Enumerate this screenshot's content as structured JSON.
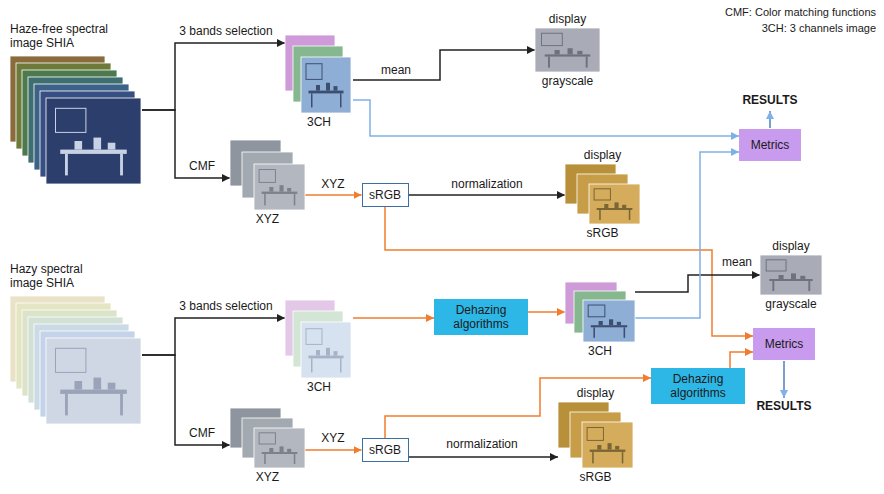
{
  "diagram": {
    "nodes": [
      {
        "text": [
          "Haze-free spectral image SHIA"
        ]
      },
      {
        "text": [
          "3CH"
        ]
      },
      {
        "text": [
          "display",
          "grayscale"
        ]
      },
      {
        "text": [
          "XYZ"
        ]
      },
      {
        "text": [
          "sRGB"
        ]
      },
      {
        "text": [
          "display",
          "sRGB"
        ]
      },
      {
        "text": [
          "Metrics"
        ]
      },
      {
        "text": [
          "Hazy spectral image SHIA"
        ]
      },
      {
        "text": [
          "3CH"
        ]
      },
      {
        "text": [
          "Dehazing algorithms"
        ]
      },
      {
        "text": [
          "3CH"
        ]
      },
      {
        "text": [
          "display",
          "grayscale"
        ]
      },
      {
        "text": [
          "XYZ"
        ]
      },
      {
        "text": [
          "sRGB"
        ]
      },
      {
        "text": [
          "display",
          "sRGB"
        ]
      },
      {
        "text": [
          "Dehazing algorithms"
        ]
      },
      {
        "text": [
          "Metrics"
        ]
      }
    ],
    "edges": [
      {
        "from": 0,
        "to": 1,
        "arrow": "to",
        "label": "3 bands selection"
      },
      {
        "from": 0,
        "to": 3,
        "arrow": "to",
        "label": "CMF"
      },
      {
        "from": 1,
        "to": 2,
        "arrow": "to",
        "label": "mean"
      },
      {
        "from": 1,
        "to": 6,
        "arrow": "to"
      },
      {
        "from": 3,
        "to": 4,
        "arrow": "to",
        "label": "XYZ"
      },
      {
        "from": 4,
        "to": 5,
        "arrow": "to",
        "label": "normalization"
      },
      {
        "from": 4,
        "to": 16,
        "arrow": "to"
      },
      {
        "from": 7,
        "to": 8,
        "arrow": "to",
        "label": "3 bands selection"
      },
      {
        "from": 7,
        "to": 12,
        "arrow": "to",
        "label": "CMF"
      },
      {
        "from": 8,
        "to": 9,
        "arrow": "to"
      },
      {
        "from": 9,
        "to": 10,
        "arrow": "to"
      },
      {
        "from": 10,
        "to": 11,
        "arrow": "to",
        "label": "mean"
      },
      {
        "from": 10,
        "to": 6,
        "arrow": "to"
      },
      {
        "from": 12,
        "to": 13,
        "arrow": "to",
        "label": "XYZ"
      },
      {
        "from": 13,
        "to": 14,
        "arrow": "to",
        "label": "normalization"
      },
      {
        "from": 13,
        "to": 15,
        "arrow": "to"
      },
      {
        "from": 15,
        "to": 16,
        "arrow": "to"
      }
    ],
    "labels": [
      "CMF: Color matching functions",
      "3CH: 3 channels image",
      "RESULTS",
      "RESULTS"
    ]
  }
}
